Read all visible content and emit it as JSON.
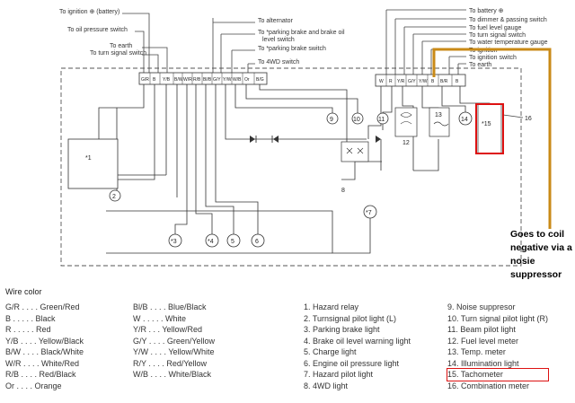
{
  "left_labels": [
    "To ignition ⊕ (battery)",
    "To oil pressure switch",
    "To earth",
    "To turn signal switch"
  ],
  "center_labels": [
    "To alternator",
    "To *parking brake and brake oil",
    "level switch",
    "To *parking brake switch",
    "To 4WD switch"
  ],
  "right_labels": [
    "To battery ⊕",
    "To dimmer & passing switch",
    "To fuel level gauge",
    "To turn signal switch",
    "To water temperature gauge",
    "To ignition —",
    "To ignition switch",
    "To earth"
  ],
  "connector_left": [
    "G/R",
    "B",
    "Y/B",
    "B/W",
    "W/R",
    "R/B",
    "Bl/B",
    "G/Y",
    "Y/W",
    "W/B",
    "Or",
    "B/G"
  ],
  "connector_right": [
    "W",
    "R",
    "Y/R",
    "G/Y",
    "Y/W",
    "B",
    "B/R",
    "B"
  ],
  "component_labels": [
    "*1",
    "2",
    "*3",
    "*4",
    "5",
    "6",
    "*7",
    "8",
    "9",
    "10",
    "11",
    "12",
    "13",
    "14",
    "*15",
    "16"
  ],
  "annotation": "Goes to coil negative via a nosie suppressor",
  "wire_color_title": "Wire color",
  "wire_colors_col1": [
    "G/R . . . . Green/Red",
    "B . . . . . Black",
    "R . . . . . Red",
    "Y/B . . . . Yellow/Black",
    "B/W . . . . Black/White",
    "W/R . . . . White/Red",
    "R/B . . . . Red/Black",
    "Or . . . . Orange"
  ],
  "wire_colors_col2": [
    "Bl/B . . . . Blue/Black",
    "W . . . . . White",
    "Y/R . . . Yellow/Red",
    "G/Y . . . . Green/Yellow",
    "Y/W . . . . Yellow/White",
    "R/Y . . . . Red/Yellow",
    "W/B . . . . White/Black"
  ],
  "components_col1": [
    "1.  Hazard relay",
    "2.  Turnsignal pilot light (L)",
    "3.  Parking brake light",
    "4.  Brake oil level warning light",
    "5.  Charge light",
    "6.  Engine oil pressure light",
    "7.  Hazard pilot light",
    "8.  4WD light"
  ],
  "components_col2": [
    "9.  Noise suppresor",
    "10.  Turn signal pilot light (R)",
    "11.  Beam pilot light",
    "12.  Fuel level meter",
    "13.  Temp. meter",
    "14.  Illumination light",
    "15.  Tachometer",
    "16.  Combination meter"
  ],
  "colors": {
    "highlight": "#dd1111",
    "coil_wire": "#c98a17",
    "line": "#333333"
  }
}
